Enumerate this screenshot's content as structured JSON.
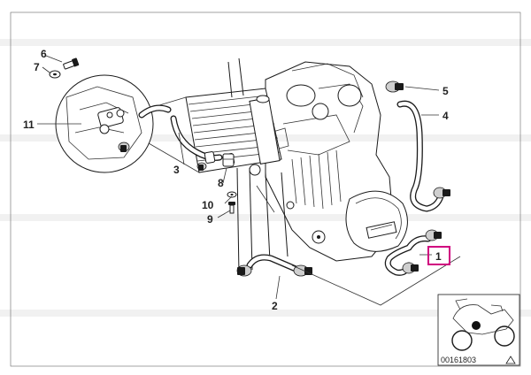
{
  "diagram": {
    "callouts": [
      {
        "id": "c1",
        "label": "1",
        "highlighted": true
      },
      {
        "id": "c2",
        "label": "2"
      },
      {
        "id": "c3",
        "label": "3"
      },
      {
        "id": "c4",
        "label": "4"
      },
      {
        "id": "c5",
        "label": "5"
      },
      {
        "id": "c6",
        "label": "6"
      },
      {
        "id": "c7",
        "label": "7"
      },
      {
        "id": "c8",
        "label": "8"
      },
      {
        "id": "c9",
        "label": "9"
      },
      {
        "id": "c10",
        "label": "10"
      },
      {
        "id": "c11",
        "label": "11"
      }
    ],
    "reference_number": "00161803",
    "highlight_color": "#d0007f"
  }
}
